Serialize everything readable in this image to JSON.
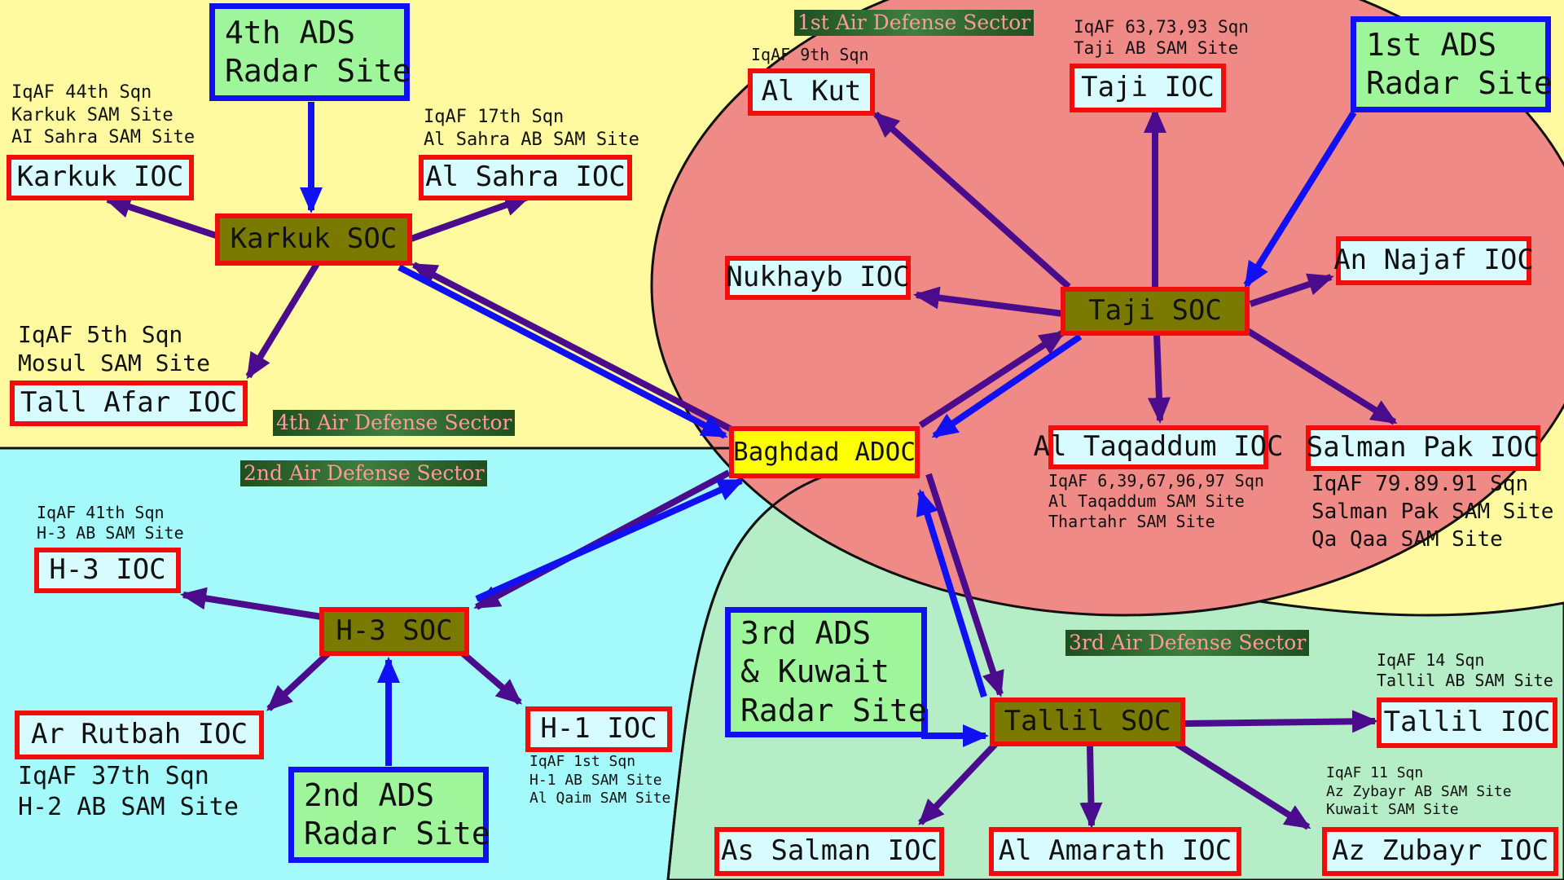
{
  "colors": {
    "sector4": "#fffaa0",
    "sector1": "#f08a86",
    "sector2": "#a4fafb",
    "sector3": "#b4edc6",
    "box_border": "#f20d0d",
    "radar_border": "#1010f2",
    "purple_arrow": "#4a0c8c",
    "blue_arrow": "#1010f2"
  },
  "sectors": {
    "s1": "1st Air Defense Sector",
    "s2": "2nd Air Defense Sector",
    "s3": "3rd Air Defense Sector",
    "s4": "4th Air Defense Sector"
  },
  "adoc": {
    "label": "Baghdad ADOC"
  },
  "socs": {
    "karkuk": "Karkuk SOC",
    "taji": "Taji SOC",
    "h3": "H-3 SOC",
    "tallil": "Tallil SOC"
  },
  "iocs": {
    "karkuk": "Karkuk IOC",
    "al_sahra": "Al Sahra IOC",
    "tall_afar": "Tall Afar IOC",
    "al_kut": "Al Kut",
    "taji": "Taji IOC",
    "nukhayb": "Nukhayb IOC",
    "an_najaf": "An Najaf IOC",
    "al_taqaddum": "Al Taqaddum IOC",
    "salman_pak": "Salman Pak IOC",
    "h3": "H-3 IOC",
    "ar_rutbah": "Ar Rutbah IOC",
    "h1": "H-1 IOC",
    "tallil": "Tallil IOC",
    "as_salman": "As Salman IOC",
    "al_amarath": "Al Amarath IOC",
    "az_zubayr": "Az Zubayr IOC"
  },
  "radars": {
    "r4": "4th ADS\nRadar Site",
    "r1": "1st ADS\nRadar Site",
    "r2": "2nd ADS\nRadar Site",
    "r3": "3rd ADS\n& Kuwait\nRadar Site"
  },
  "notes": {
    "karkuk": "IqAF 44th Sqn\nKarkuk SAM Site\nAI Sahra SAM Site",
    "al_sahra": "IqAF 17th Sqn\nAl Sahra AB SAM Site",
    "tall_afar": "IqAF 5th Sqn\nMosul SAM Site",
    "al_kut": "IqAF 9th Sqn",
    "taji": "IqAF 63,73,93 Sqn\nTaji AB SAM Site",
    "al_taqaddum": "IqAF 6,39,67,96,97 Sqn\nAl Taqaddum SAM Site\nThartahr SAM Site",
    "salman_pak": "IqAF 79.89.91 Sqn\nSalman Pak SAM Site\nQa Qaa SAM Site",
    "h3": "IqAF 41th Sqn\nH-3 AB SAM Site",
    "ar_rutbah": "IqAF 37th Sqn\nH-2 AB SAM Site",
    "h1": "IqAF 1st Sqn\nH-1 AB SAM Site\nAl Qaim SAM Site",
    "tallil": "IqAF 14 Sqn\nTallil AB SAM Site",
    "az_zubayr": "IqAF 11 Sqn\nAz Zybayr AB SAM Site\nKuwait SAM Site"
  }
}
